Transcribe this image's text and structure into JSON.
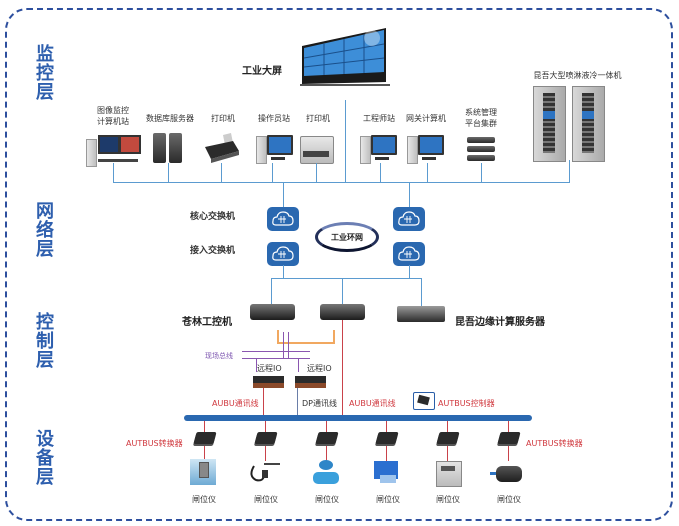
{
  "layers": {
    "monitor": "监控层",
    "network": "网络层",
    "control": "控制层",
    "device": "设备层"
  },
  "monitor": {
    "big_screen": "工业大屏",
    "devices": [
      {
        "label": "图像监控\n计算机站",
        "icon": "workstation-dual-monitor"
      },
      {
        "label": "数据库服务器",
        "icon": "tower-server"
      },
      {
        "label": "打印机",
        "icon": "inkjet-printer"
      },
      {
        "label": "操作员站",
        "icon": "desktop-pc"
      },
      {
        "label": "打印机",
        "icon": "laser-printer"
      },
      {
        "label": "工程师站",
        "icon": "desktop-pc"
      },
      {
        "label": "网关计算机",
        "icon": "desktop-pc"
      },
      {
        "label": "系统管理\n平台集群",
        "icon": "rack-server-cluster"
      },
      {
        "label": "昆吾大型喷淋液冷一体机",
        "icon": "liquid-cooling-cabinet"
      }
    ]
  },
  "network": {
    "core_switch": "核心交换机",
    "access_switch": "接入交换机",
    "ring": "工业环网"
  },
  "control": {
    "ipc": "苍林工控机",
    "edge_server": "昆吾边缘计算服务器",
    "fieldbus": "现场总线",
    "remote_io": [
      "远程IO",
      "远程IO"
    ],
    "lines": [
      "AUBU通讯线",
      "DP通讯线",
      "AUBU通讯线"
    ],
    "autbus_controller": "AUTBUS控制器"
  },
  "device": {
    "converter_label_left": "AUTBUS转换器",
    "converter_label_right": "AUTBUS转换器",
    "instruments": [
      "闸位仪",
      "闸位仪",
      "闸位仪",
      "闸位仪",
      "闸位仪",
      "闸位仪"
    ]
  },
  "colors": {
    "layer_label": "#2e5fae",
    "frame": "#2d4f9e",
    "network_line": "#5b9bd0",
    "bus": "#2a68b0",
    "comm_line": "#c9424a",
    "fieldbus_line": "#8a56b0",
    "accent_label": "#d0393f"
  }
}
